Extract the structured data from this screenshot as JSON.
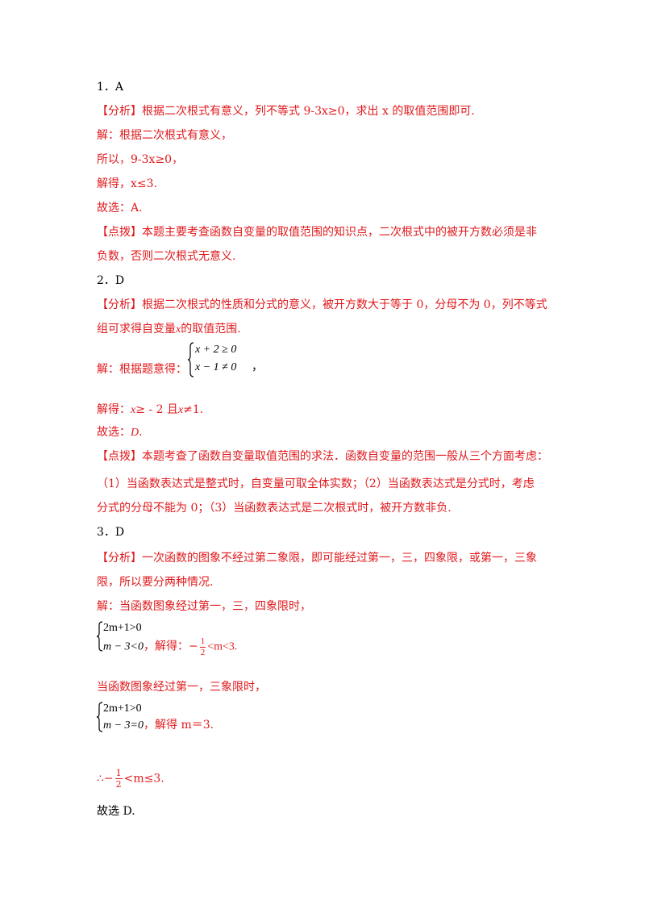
{
  "q1": {
    "title": "1．A",
    "analysis_tag": "【分析】",
    "analysis": "根据二次根式有意义，列不等式 9-3x≥0，求出 x 的取值范围即可.",
    "sol1": "解：根据二次根式有意义，",
    "sol2": "所以，9-3x≥0，",
    "sol3": "解得，x≤3.",
    "sol4": "故选：A.",
    "note_tag": "【点拨】",
    "note1": "本题主要考查函数自变量的取值范围的知识点，二次根式中的被开方数必须是非",
    "note2": "负数，否则二次根式无意义."
  },
  "q2": {
    "title": "2．D",
    "analysis_tag": "【分析】",
    "analysis1": "根据二次根式的性质和分式的意义，被开方数大于等于 0，分母不为 0，列不等式",
    "analysis2a": "组可求得自变量",
    "analysis2_var": "x",
    "analysis2b": "的取值范围.",
    "sol_prefix": "解：根据题意得：",
    "sys_line1": "x + 2 ≥ 0",
    "sys_line2": "x − 1 ≠ 0",
    "sys_suffix": "，",
    "result_a": "解得：",
    "result_x1": "x",
    "result_b": "≥ - 2 且",
    "result_x2": "x",
    "result_c": "≠1.",
    "choice_a": "故选：",
    "choice_var": "D",
    "choice_b": ".",
    "note_tag": "【点拨】",
    "note1": "本题考查了函数自变量取值范围的求法．函数自变量的范围一般从三个方面考虑：",
    "note2": "（1）当函数表达式是整式时，自变量可取全体实数；（2）当函数表达式是分式时，考虑",
    "note3": "分式的分母不能为 0；（3）当函数表达式是二次根式时，被开方数非负."
  },
  "q3": {
    "title": "3．D",
    "analysis_tag": "【分析】",
    "analysis1": "一次函数的图象不经过第二象限，即可能经过第一，三，四象限，或第一，三象",
    "analysis2": "限，所以要分两种情况.",
    "case1": "解：当函数图象经过第一，三，四象限时，",
    "sys1_line1": "2m+1>0",
    "sys1_line2": "m − 3<0",
    "sys1_tail_a": "，解得：−",
    "frac_num": "1",
    "frac_den": "2",
    "sys1_tail_b": "<m<3.",
    "case2": "当函数图象经过第一，三象限时，",
    "sys2_line1": "2m+1>0",
    "sys2_line2": "m − 3=0",
    "sys2_tail": "，解得 m＝3.",
    "concl_a": "∴−",
    "concl_b": "<m≤3.",
    "choice": "故选 D."
  }
}
